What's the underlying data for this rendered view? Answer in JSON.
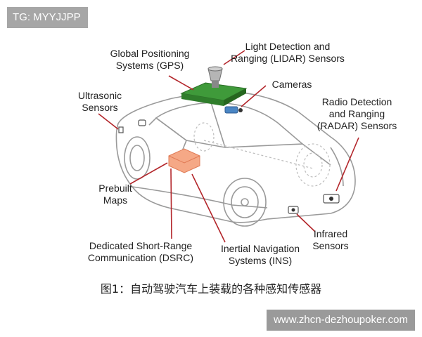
{
  "watermark_top": "TG: MYYJJPP",
  "watermark_bottom": "www.zhcn-dezhoupoker.com",
  "caption": "图1：自动驾驶汽车上装载的各种感知传感器",
  "labels": {
    "gps": "Global Positioning\nSystems (GPS)",
    "lidar": "Light Detection and\nRanging (LIDAR) Sensors",
    "cameras": "Cameras",
    "ultrasonic": "Ultrasonic\nSensors",
    "radar": "Radio Detection\nand Ranging\n(RADAR) Sensors",
    "maps": "Prebuilt\nMaps",
    "dsrc": "Dedicated Short-Range\nCommunication (DSRC)",
    "ins": "Inertial Navigation\nSystems (INS)",
    "infrared": "Infrared\nSensors"
  },
  "colors": {
    "sensor_green": "#3f9a3a",
    "map_orange": "#f5a886",
    "leader_red": "#b3262b",
    "outline": "#9a9a9a"
  }
}
